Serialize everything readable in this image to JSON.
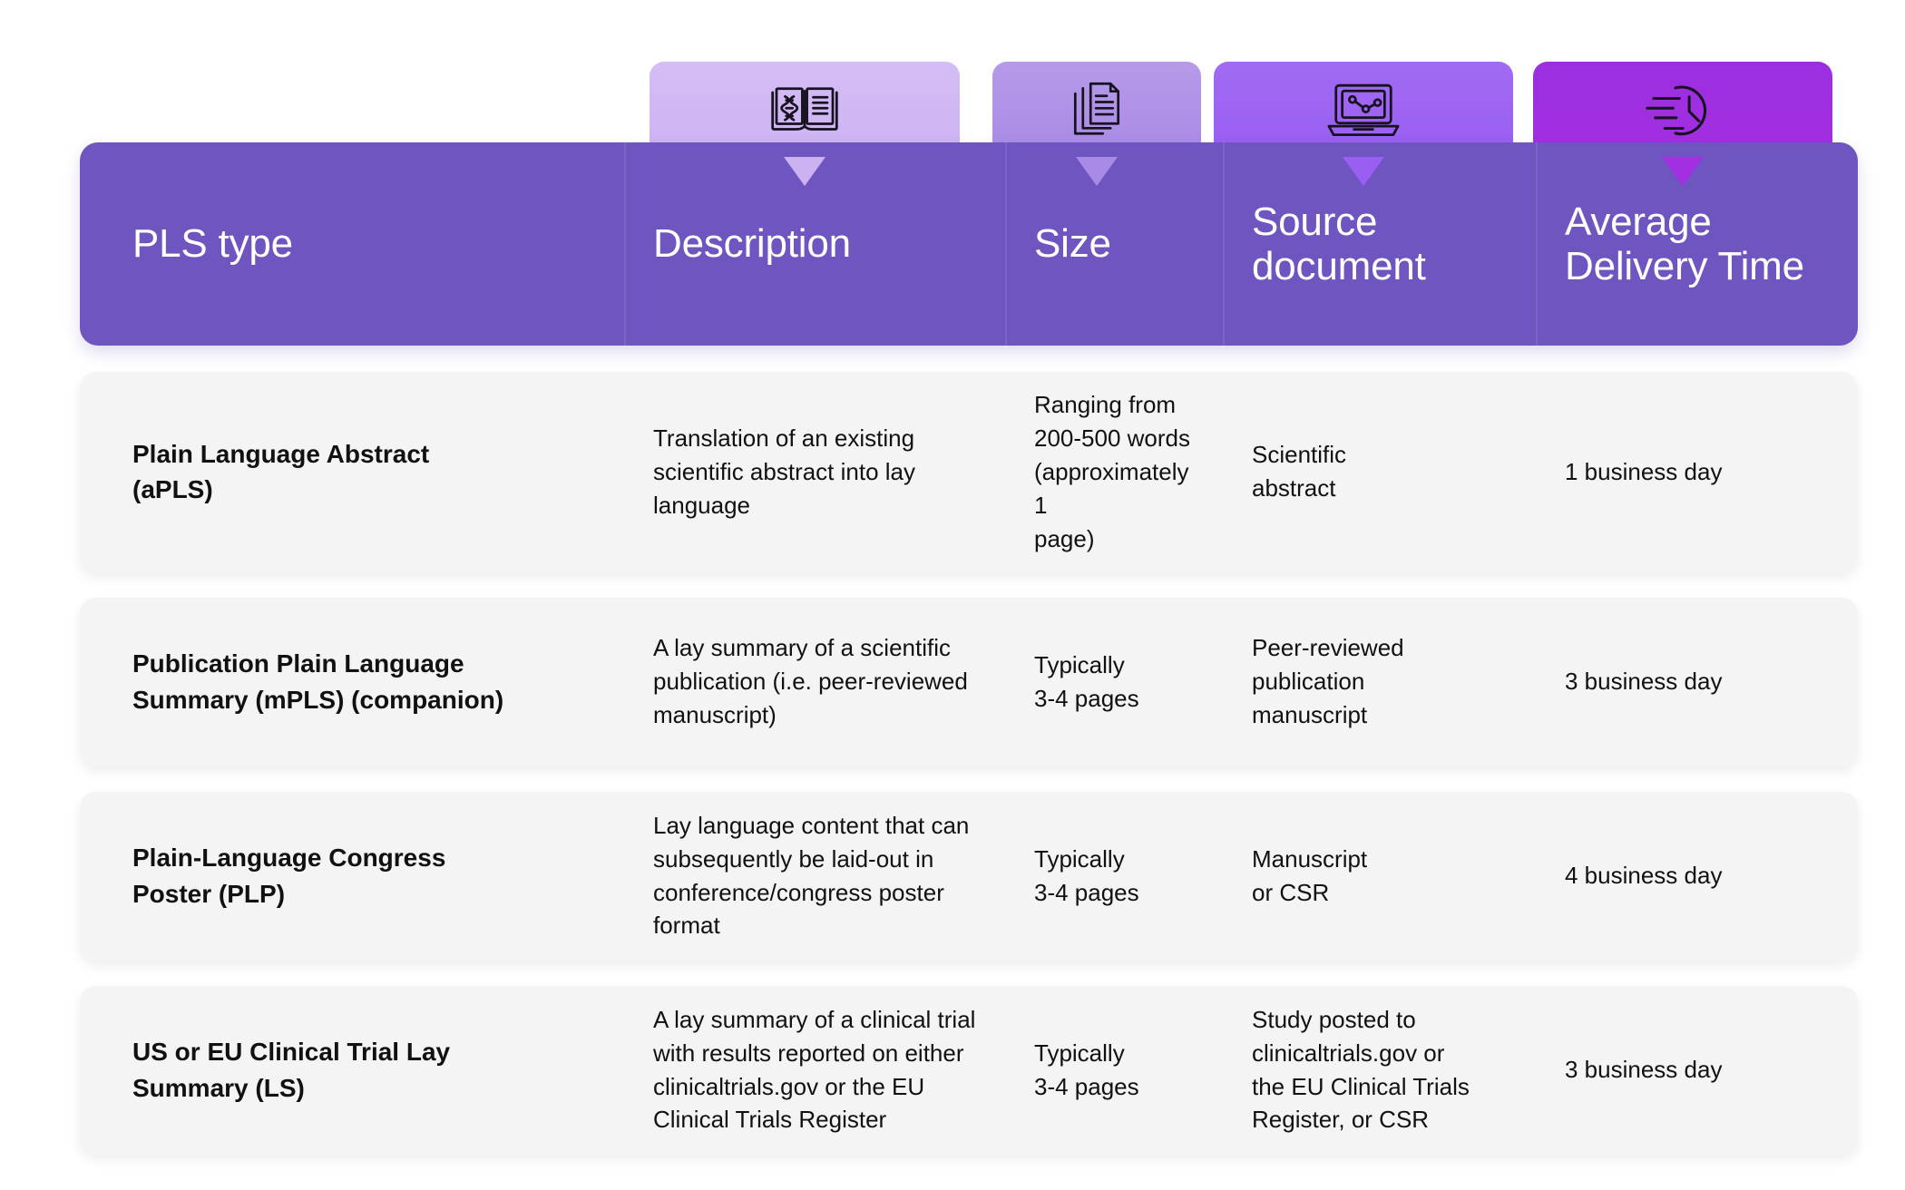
{
  "tabs": [
    {
      "icon": "open-book-dna-icon",
      "color_top": "#d4bdf5",
      "color_bottom": "#cdb2f2",
      "notch_color": "#cdb2f2"
    },
    {
      "icon": "stacked-documents-icon",
      "color_top": "#b69ae8",
      "color_bottom": "#a98ae6",
      "notch_color": "#a98ae6"
    },
    {
      "icon": "laptop-line-chart-icon",
      "color_top": "#a06bf2",
      "color_bottom": "#9a5ef2",
      "notch_color": "#9a5ef2"
    },
    {
      "icon": "fast-clock-icon",
      "color_top": "#9b2fe0",
      "color_bottom": "#a32fe2",
      "notch_color": "#a32fe2"
    }
  ],
  "header": {
    "band_color": "#6f55c0",
    "columns": [
      "PLS type",
      "Description",
      "Size",
      "Source\ndocument",
      "Average\nDelivery Time"
    ]
  },
  "table": {
    "row_bg": "#f4f4f4",
    "rows": [
      {
        "pls_type": "Plain Language Abstract\n(aPLS)",
        "description": "Translation of an existing\nscientific abstract into lay\nlanguage",
        "size": "Ranging from\n200-500 words\n(approximately 1\npage)",
        "source_document": "Scientific\nabstract",
        "delivery_time": "1 business day"
      },
      {
        "pls_type": "Publication Plain Language\nSummary (mPLS) (companion)",
        "description": "A lay summary of a scientific\npublication (i.e. peer-reviewed\nmanuscript)",
        "size": "Typically\n3-4 pages",
        "source_document": "Peer-reviewed\npublication\nmanuscript",
        "delivery_time": "3 business day"
      },
      {
        "pls_type": "Plain-Language Congress\nPoster (PLP)",
        "description": "Lay language content that can\nsubsequently be laid-out in\nconference/congress poster\nformat",
        "size": "Typically\n3-4 pages",
        "source_document": "Manuscript\nor CSR",
        "delivery_time": "4 business day"
      },
      {
        "pls_type": "US or EU Clinical Trial Lay\nSummary (LS)",
        "description": "A lay summary of a clinical trial\nwith results reported on either\nclinicaltrials.gov or the EU\nClinical Trials Register",
        "size": "Typically\n3-4 pages",
        "source_document": "Study posted to\nclinicaltrials.gov or\nthe EU Clinical Trials\nRegister, or CSR",
        "delivery_time": "3 business day"
      }
    ]
  }
}
